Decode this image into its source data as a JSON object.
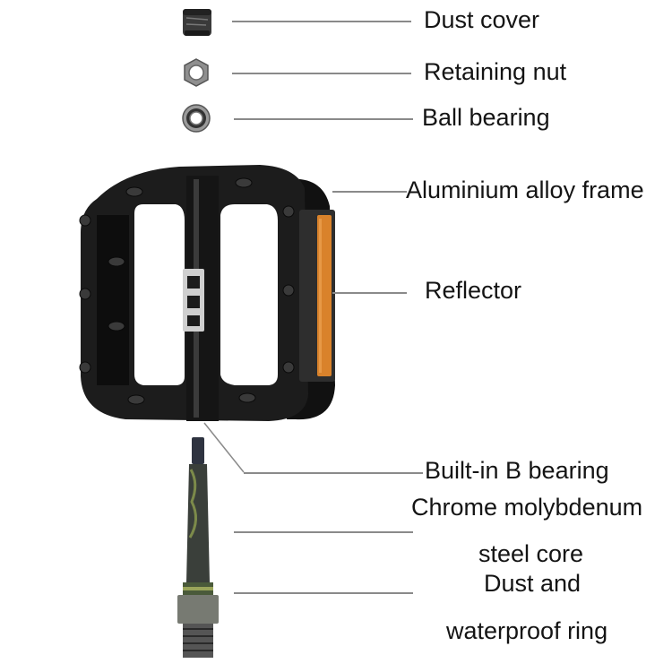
{
  "diagram": {
    "type": "exploded-parts-diagram",
    "subject": "Bicycle platform pedal",
    "colors": {
      "frame": "#1a1a1a",
      "reflector": "#d9822b",
      "leader_line": "#8a8a8a",
      "text": "#141414",
      "background": "#ffffff"
    },
    "parts": [
      {
        "id": "dust_cover",
        "label": "Dust cover"
      },
      {
        "id": "retaining_nut",
        "label": "Retaining nut"
      },
      {
        "id": "ball_bearing",
        "label": "Ball bearing"
      },
      {
        "id": "frame",
        "label": "Aluminium alloy frame"
      },
      {
        "id": "reflector",
        "label": "Reflector"
      },
      {
        "id": "b_bearing",
        "label": "Built-in B bearing"
      },
      {
        "id": "core_line1",
        "label": "Chrome molybdenum"
      },
      {
        "id": "core_line2",
        "label": "steel core"
      },
      {
        "id": "ring_line1",
        "label": "Dust and"
      },
      {
        "id": "ring_line2",
        "label": "waterproof ring"
      }
    ]
  }
}
